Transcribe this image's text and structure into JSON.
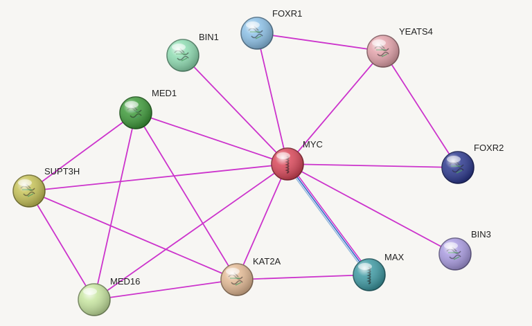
{
  "network": {
    "nodes": [
      {
        "id": "MYC",
        "label": "MYC",
        "color": "#d9485a",
        "icon": "helix-structure-icon"
      },
      {
        "id": "FOXR1",
        "label": "FOXR1",
        "color": "#8cc0e6",
        "icon": "protein-structure-icon"
      },
      {
        "id": "BIN1",
        "label": "BIN1",
        "color": "#8fdcb2",
        "icon": "protein-structure-icon"
      },
      {
        "id": "YEATS4",
        "label": "YEATS4",
        "color": "#e3a3ab",
        "icon": "protein-structure-icon"
      },
      {
        "id": "MED1",
        "label": "MED1",
        "color": "#3f9a3b",
        "icon": "protein-structure-icon"
      },
      {
        "id": "FOXR2",
        "label": "FOXR2",
        "color": "#2e3a8f",
        "icon": "protein-structure-icon"
      },
      {
        "id": "SUPT3H",
        "label": "SUPT3H",
        "color": "#c6c258",
        "icon": "protein-structure-icon"
      },
      {
        "id": "BIN3",
        "label": "BIN3",
        "color": "#a99be0",
        "icon": "protein-structure-icon"
      },
      {
        "id": "MAX",
        "label": "MAX",
        "color": "#3f9aa3",
        "icon": "helix-structure-icon"
      },
      {
        "id": "KAT2A",
        "label": "KAT2A",
        "color": "#e2b994",
        "icon": "protein-structure-icon"
      },
      {
        "id": "MED16",
        "label": "MED16",
        "color": "#c7e5a0",
        "icon": "empty-node-icon"
      }
    ],
    "edges": [
      {
        "from": "FOXR1",
        "to": "YEATS4",
        "type": "single"
      },
      {
        "from": "FOXR1",
        "to": "MYC",
        "type": "single"
      },
      {
        "from": "BIN1",
        "to": "MYC",
        "type": "single"
      },
      {
        "from": "YEATS4",
        "to": "MYC",
        "type": "single"
      },
      {
        "from": "YEATS4",
        "to": "FOXR2",
        "type": "single"
      },
      {
        "from": "MED1",
        "to": "MYC",
        "type": "single"
      },
      {
        "from": "MED1",
        "to": "SUPT3H",
        "type": "single"
      },
      {
        "from": "MED1",
        "to": "MED16",
        "type": "single"
      },
      {
        "from": "MED1",
        "to": "KAT2A",
        "type": "single"
      },
      {
        "from": "MYC",
        "to": "FOXR2",
        "type": "single"
      },
      {
        "from": "MYC",
        "to": "SUPT3H",
        "type": "single"
      },
      {
        "from": "MYC",
        "to": "BIN3",
        "type": "single"
      },
      {
        "from": "MYC",
        "to": "MAX",
        "type": "multi"
      },
      {
        "from": "MYC",
        "to": "KAT2A",
        "type": "single"
      },
      {
        "from": "MYC",
        "to": "MED16",
        "type": "single"
      },
      {
        "from": "SUPT3H",
        "to": "KAT2A",
        "type": "single"
      },
      {
        "from": "SUPT3H",
        "to": "MED16",
        "type": "single"
      },
      {
        "from": "KAT2A",
        "to": "MAX",
        "type": "single"
      },
      {
        "from": "KAT2A",
        "to": "MED16",
        "type": "single"
      }
    ],
    "edge_color": "#cc33cc",
    "multi_edge_colors": [
      "#cc33cc",
      "#3366cc",
      "#99bbdd"
    ]
  }
}
